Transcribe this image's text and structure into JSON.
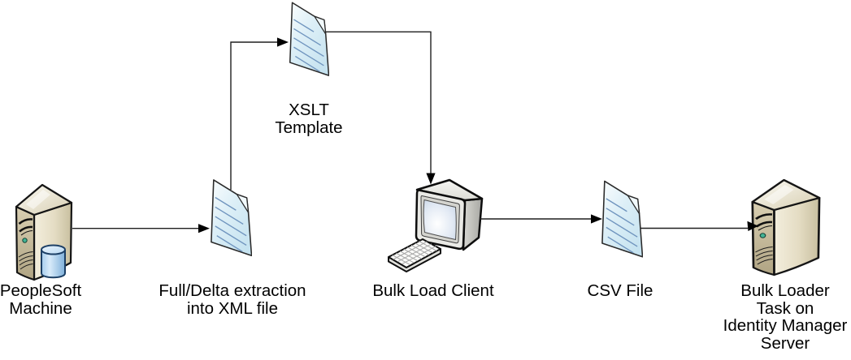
{
  "diagram": {
    "nodes": [
      {
        "id": "peoplesoft-machine",
        "icon": "server-tower-database-icon",
        "label_lines": [
          "PeopleSoft",
          "Machine"
        ]
      },
      {
        "id": "xml-extraction-file",
        "icon": "document-icon",
        "label_lines": [
          "Full/Delta extraction",
          "into XML file"
        ]
      },
      {
        "id": "xslt-template",
        "icon": "document-icon",
        "label_lines": [
          "XSLT",
          "Template"
        ]
      },
      {
        "id": "bulk-load-client",
        "icon": "desktop-computer-icon",
        "label_lines": [
          "Bulk Load Client"
        ]
      },
      {
        "id": "csv-file",
        "icon": "document-icon",
        "label_lines": [
          "CSV File"
        ]
      },
      {
        "id": "bulk-loader-task",
        "icon": "server-tower-icon",
        "label_lines": [
          "Bulk Loader",
          "Task on",
          "Identity Manager",
          "Server"
        ]
      }
    ],
    "connections": [
      {
        "from": "PeopleSoft Machine",
        "to": "Full/Delta extraction into XML file"
      },
      {
        "from": "Full/Delta extraction into XML file",
        "to": "XSLT Template"
      },
      {
        "from": "XSLT Template",
        "to": "Bulk Load Client"
      },
      {
        "from": "Bulk Load Client",
        "to": "CSV File"
      },
      {
        "from": "CSV File",
        "to": "Bulk Loader Task on Identity Manager Server"
      }
    ],
    "colors": {
      "background": "#ffffff",
      "connector": "#1f1f1f",
      "document_fill": "#d9edf6",
      "document_text_lines": "#6f94be",
      "server_front": "#c7bb9b",
      "server_side": "#e9e2cd",
      "database_cylinder": "#a9cdec",
      "led_green": "#42b596",
      "monitor_screen": "#e3eaf4"
    }
  }
}
